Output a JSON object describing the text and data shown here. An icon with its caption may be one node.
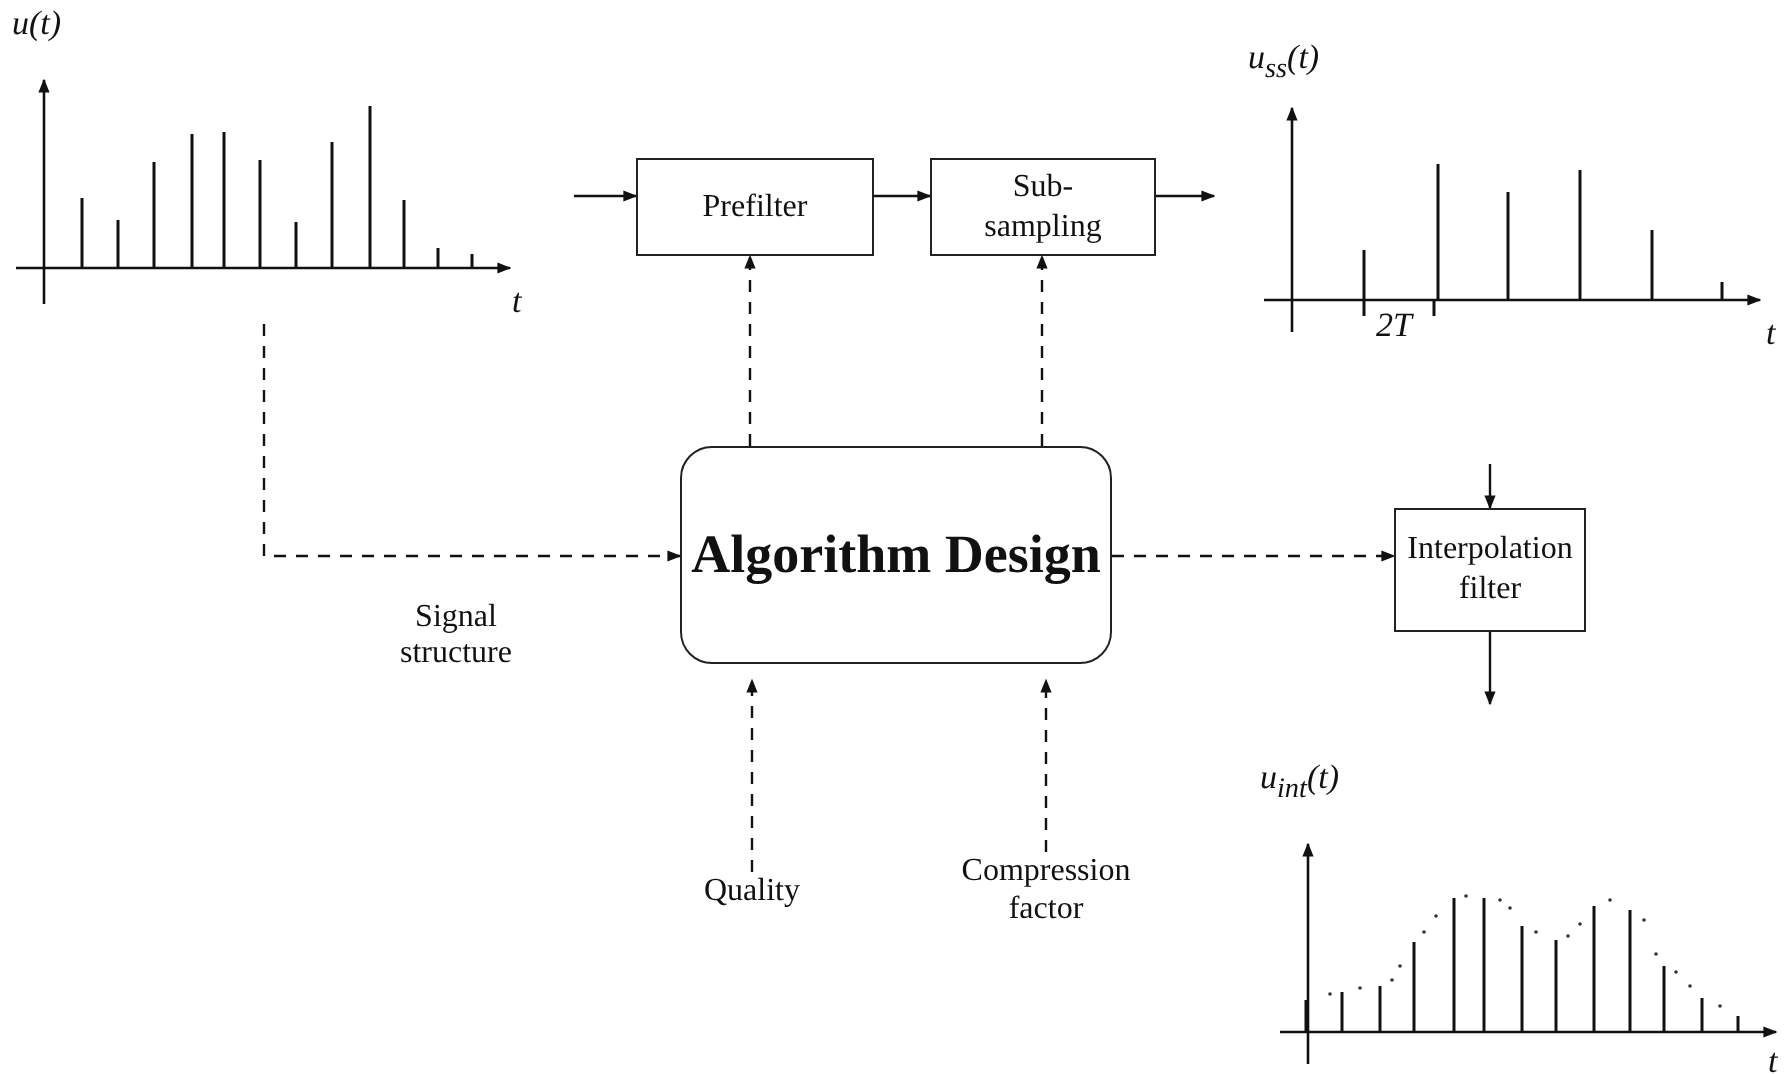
{
  "diagram": {
    "nodes": [
      {
        "text": [
          "u(t)",
          "t"
        ]
      },
      {
        "text": [
          "Prefilter"
        ]
      },
      {
        "text": [
          "Sub-sampling"
        ]
      },
      {
        "text": [
          "u$_{ss}$(t)",
          "t",
          "2T"
        ]
      },
      {
        "text": [
          "Algorithm Design"
        ]
      },
      {
        "text": [
          "Interpolation filter"
        ]
      },
      {
        "text": [
          "u$_{int}$(t)",
          "t"
        ]
      },
      {
        "text": [
          "Quality"
        ]
      },
      {
        "text": [
          "Compression factor"
        ]
      }
    ],
    "edges": [
      {
        "from": null,
        "to": 1,
        "arrow": "to"
      },
      {
        "from": 1,
        "to": 2,
        "arrow": "to"
      },
      {
        "from": 2,
        "to": 3,
        "arrow": "to"
      },
      {
        "from": 0,
        "to": 4,
        "arrow": "to",
        "style": "dashed",
        "label": "Signal structure"
      },
      {
        "from": 4,
        "to": 1,
        "arrow": "to",
        "style": "dashed"
      },
      {
        "from": 4,
        "to": 2,
        "arrow": "to",
        "style": "dashed"
      },
      {
        "from": 4,
        "to": 5,
        "arrow": "to",
        "style": "dashed"
      },
      {
        "from": null,
        "to": 5,
        "arrow": "to"
      },
      {
        "from": 5,
        "to": null,
        "arrow": "to"
      },
      {
        "from": 7,
        "to": 4,
        "arrow": "to",
        "style": "dashed"
      },
      {
        "from": 8,
        "to": 4,
        "arrow": "to",
        "style": "dashed"
      }
    ]
  }
}
